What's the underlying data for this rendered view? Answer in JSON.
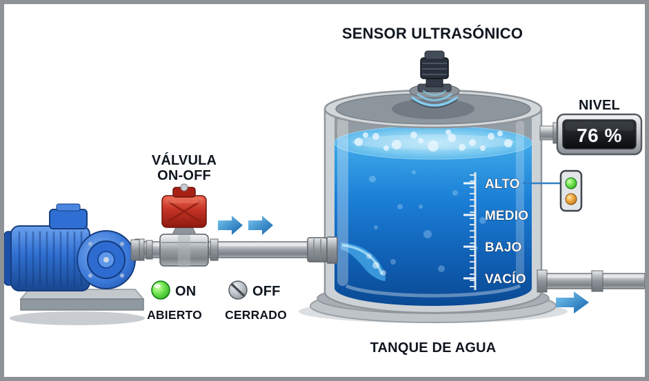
{
  "labels": {
    "sensor": "SENSOR ULTRASÓNICO",
    "valve_line1": "VÁLVULA",
    "valve_line2": "ON-OFF",
    "tank": "TANQUE DE AGUA",
    "nivel_title": "NIVEL",
    "nivel_value": "76 %",
    "legend_on": "ON",
    "legend_on_state": "ABIERTO",
    "legend_off": "OFF",
    "legend_off_state": "CERRADO"
  },
  "scale": {
    "labels": [
      "ALTO",
      "MEDIO",
      "BAJO",
      "VACÍO"
    ]
  },
  "reading": {
    "level_percent": 76
  },
  "icons": {
    "on_light": "green-circle-indicator",
    "off_light": "gray-slashed-circle-indicator",
    "led_top": "green-led",
    "led_bottom": "amber-led",
    "flow_arrows": "blue-right-arrows",
    "sensor_waves": "ultrasonic-waves"
  },
  "colors": {
    "water_blue": "#1574cf",
    "arrow_blue": "#1f7ec2",
    "valve_red": "#b5271a",
    "pump_blue": "#2e6fd0",
    "led_green": "#2fb41f",
    "led_amber": "#d2821f",
    "display_bg": "#15181b",
    "display_text": "#ffffff",
    "label_dark": "#10161f"
  }
}
